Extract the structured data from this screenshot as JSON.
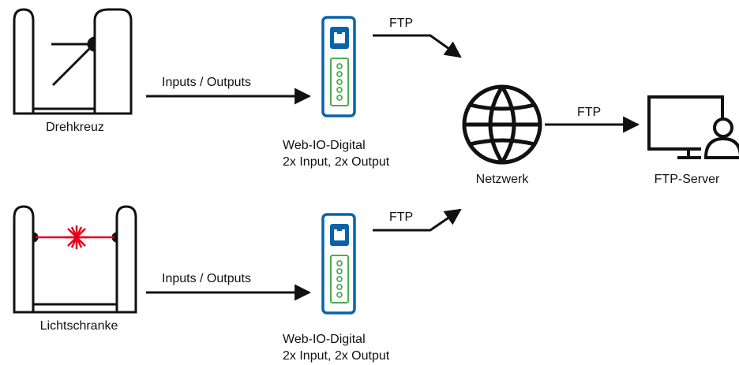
{
  "labels": {
    "turnstile": "Drehkreuz",
    "light_barrier": "Lichtschranke",
    "io_top": "Inputs / Outputs",
    "io_bottom": "Inputs / Outputs",
    "device_top_line1": "Web-IO-Digital",
    "device_top_line2": "2x Input, 2x Output",
    "device_bottom_line1": "Web-IO-Digital",
    "device_bottom_line2": "2x Input, 2x Output",
    "ftp_top": "FTP",
    "ftp_bottom": "FTP",
    "ftp_server_link": "FTP",
    "network": "Netzwerk",
    "ftp_server": "FTP-Server"
  },
  "colors": {
    "line": "#111111",
    "device_blue": "#0a63a8",
    "connector_green": "#4caf50",
    "laser_red": "#e3001b"
  }
}
